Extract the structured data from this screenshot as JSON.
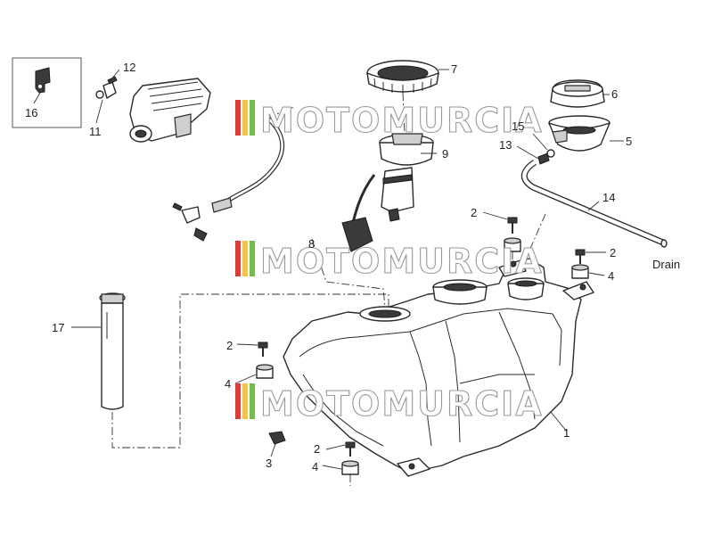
{
  "watermark": {
    "text": "MOTOMURCIA",
    "stripe_colors": [
      "#e53935",
      "#f6c343",
      "#6fbf4a"
    ]
  },
  "callouts": [
    {
      "id": "1",
      "label": "1"
    },
    {
      "id": "2a",
      "label": "2"
    },
    {
      "id": "2b",
      "label": "2"
    },
    {
      "id": "2c",
      "label": "2"
    },
    {
      "id": "2d",
      "label": "2"
    },
    {
      "id": "3",
      "label": "3"
    },
    {
      "id": "4a",
      "label": "4"
    },
    {
      "id": "4b",
      "label": "4"
    },
    {
      "id": "4c",
      "label": "4"
    },
    {
      "id": "5",
      "label": "5"
    },
    {
      "id": "6",
      "label": "6"
    },
    {
      "id": "7",
      "label": "7"
    },
    {
      "id": "8",
      "label": "8"
    },
    {
      "id": "9",
      "label": "9"
    },
    {
      "id": "11",
      "label": "11"
    },
    {
      "id": "12",
      "label": "12"
    },
    {
      "id": "13",
      "label": "13"
    },
    {
      "id": "14",
      "label": "14"
    },
    {
      "id": "15",
      "label": "15"
    },
    {
      "id": "16",
      "label": "16"
    },
    {
      "id": "17",
      "label": "17"
    }
  ],
  "drain_label": "Drain"
}
